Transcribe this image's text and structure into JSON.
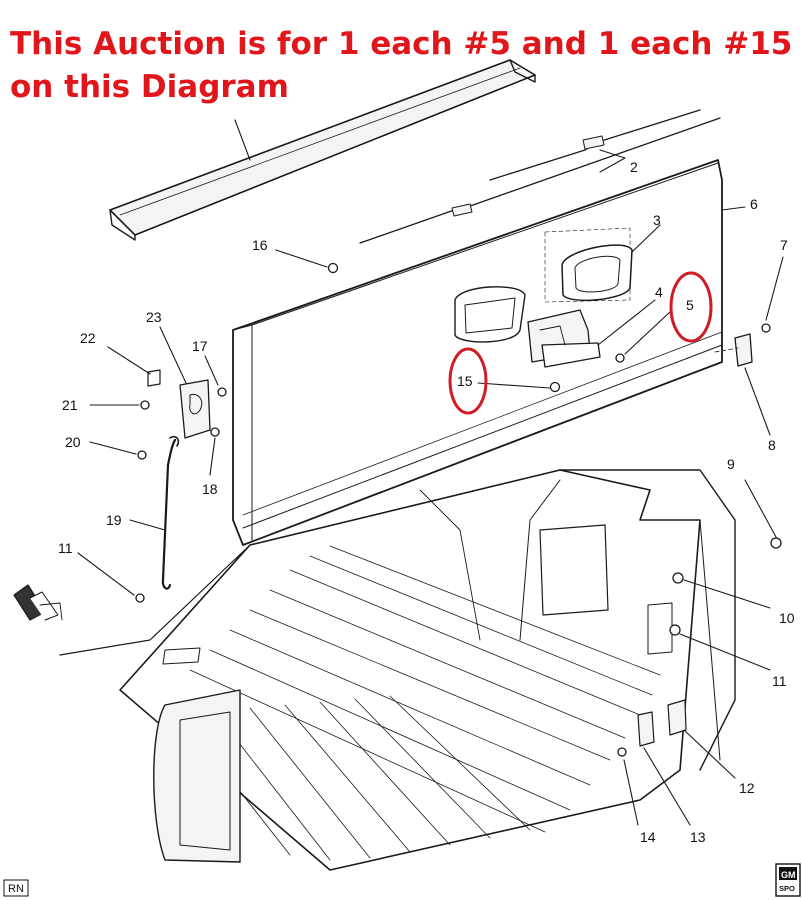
{
  "headline": {
    "line1": "This Auction is for 1 each #5 and 1 each #15",
    "line2": "on this Diagram"
  },
  "colors": {
    "headline": "#e0161b",
    "highlight_ring": "#d01c25",
    "line_art": "#1a1a1a",
    "part_fill": "#f4f4f4"
  },
  "callouts": [
    "2",
    "3",
    "4",
    "5",
    "6",
    "7",
    "8",
    "9",
    "10",
    "11",
    "11",
    "12",
    "13",
    "14",
    "15",
    "16",
    "17",
    "18",
    "19",
    "20",
    "21",
    "22",
    "23"
  ],
  "highlighted_parts": [
    "5",
    "15"
  ],
  "corner_labels": {
    "bottom_left": "RN",
    "bottom_right_line1": "GM",
    "bottom_right_line2": "SPO"
  }
}
